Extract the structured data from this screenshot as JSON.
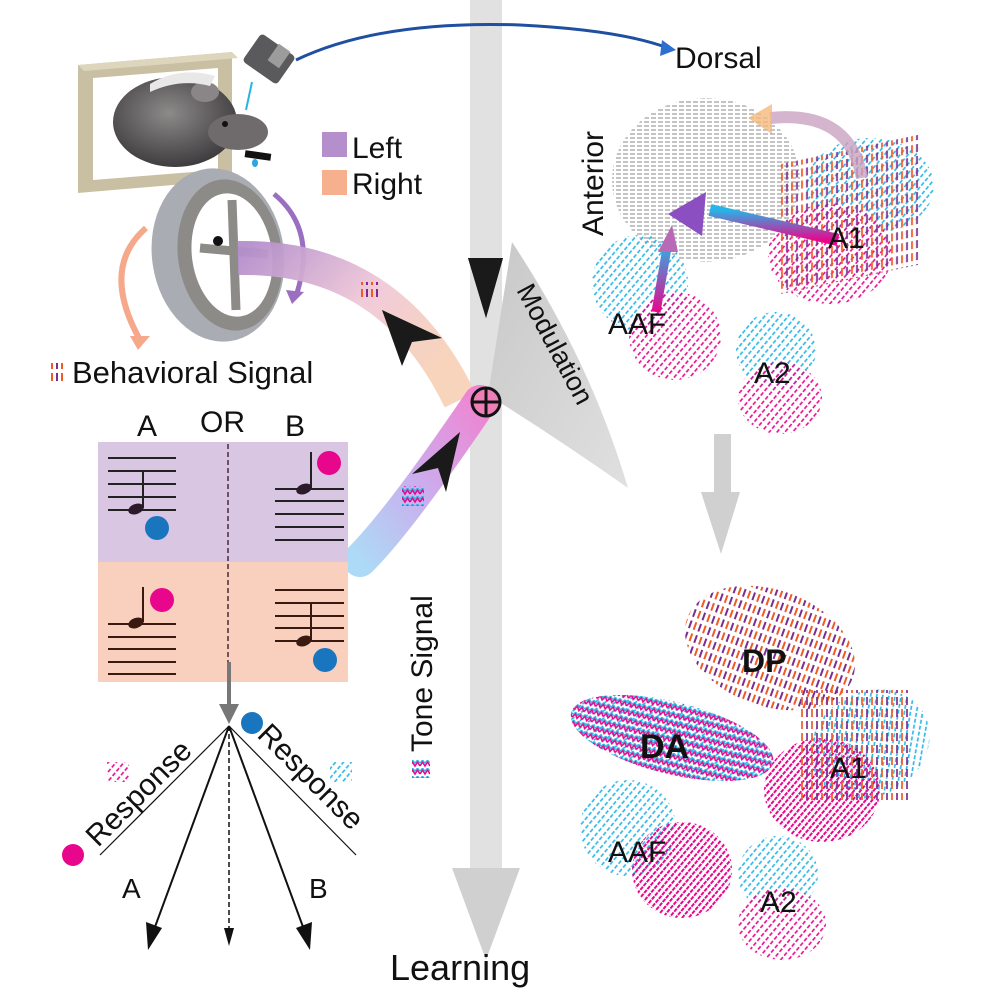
{
  "setup": {
    "legend": [
      {
        "label": "Left",
        "color": "#b48fcc"
      },
      {
        "label": "Right",
        "color": "#f6b08e"
      }
    ],
    "behavioral_signal_label": "Behavioral Signal"
  },
  "task_grid": {
    "col_a": "A",
    "or_label": "OR",
    "col_b": "B",
    "row_colors": {
      "left": "#d9c6e3",
      "right": "#f9cfbd"
    },
    "cue_colors": {
      "magenta": "#e8078c",
      "blue": "#1a75bf"
    }
  },
  "responses": {
    "left_label": "Response",
    "right_label": "Response",
    "choice_a": "A",
    "choice_b": "B"
  },
  "center": {
    "modulation_label": "Modulation",
    "tone_signal_label": "Tone Signal",
    "learning_label": "Learning",
    "integration_symbol": "⊕"
  },
  "cortex_before": {
    "orientation_dorsal": "Dorsal",
    "orientation_anterior": "Anterior",
    "areas": [
      "A1",
      "AAF",
      "A2"
    ]
  },
  "cortex_after": {
    "areas": [
      "DP",
      "DA",
      "A1",
      "AAF",
      "A2"
    ]
  },
  "colors": {
    "cyan": "#27b5e8",
    "magenta": "#e8078c",
    "purple": "#7a2d91",
    "orange": "#f15a22",
    "gray_arrow": "#d3d3d3"
  }
}
